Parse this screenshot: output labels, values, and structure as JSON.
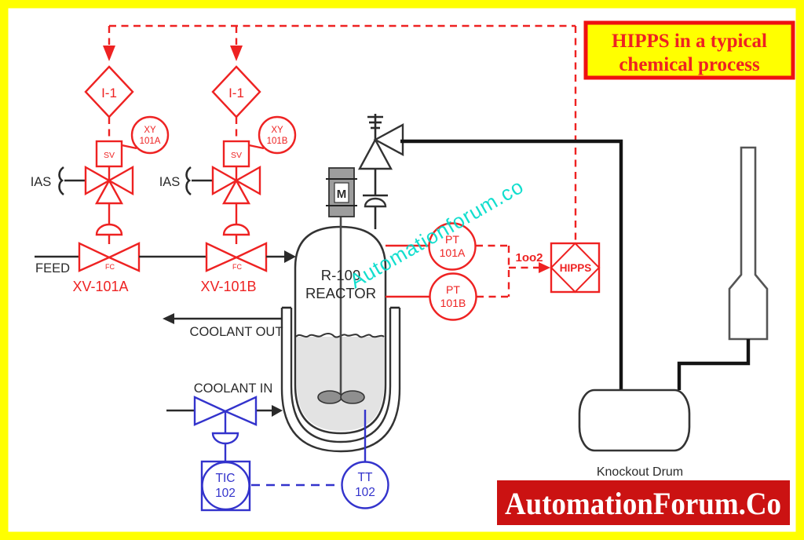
{
  "title_box": {
    "line1": "HIPPS in a typical",
    "line2": "chemical process"
  },
  "watermark": {
    "text": "Automationforum.co"
  },
  "brand": {
    "text": "AutomationForum.Co"
  },
  "interlocks": {
    "a": "I-1",
    "b": "I-1"
  },
  "instruments": {
    "sv_a": "SV",
    "sv_b": "SV",
    "xy_a_line1": "XY",
    "xy_a_line2": "101A",
    "xy_b_line1": "XY",
    "xy_b_line2": "101B",
    "pt_a_line1": "PT",
    "pt_a_line2": "101A",
    "pt_b_line1": "PT",
    "pt_b_line2": "101B",
    "tic_line1": "TIC",
    "tic_line2": "102",
    "tt_line1": "TT",
    "tt_line2": "102",
    "hipps": "HIPPS",
    "voting": "1oo2",
    "motor": "M"
  },
  "valves": {
    "xv_a_tag": "XV-101A",
    "xv_a_fail": "FC",
    "xv_b_tag": "XV-101B",
    "xv_b_fail": "FC"
  },
  "labels": {
    "feed": "FEED",
    "ias_a": "IAS",
    "ias_b": "IAS",
    "coolant_out": "COOLANT OUT",
    "coolant_in": "COOLANT IN",
    "reactor_line1": "R-100",
    "reactor_line2": "REACTOR",
    "knockout_drum": "Knockout Drum"
  },
  "colors": {
    "border_yellow": "#ffff00",
    "signal_red": "#ee2222",
    "control_blue": "#3333cc",
    "process_black": "#2a2a2a",
    "title_red": "#ee1111",
    "brand_bg": "#cb1212",
    "watermark_teal": "#00dcca",
    "liquid_gray": "#e3e3e3",
    "motor_gray": "#9d9d9d"
  }
}
